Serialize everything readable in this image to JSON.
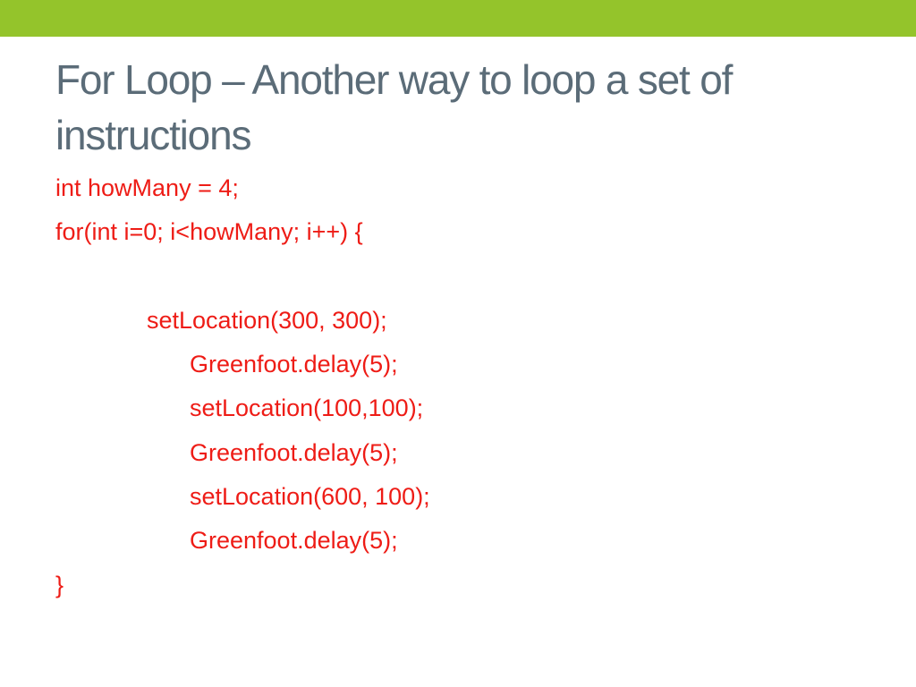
{
  "colors": {
    "accent_bar": "#94c42b",
    "title_text": "#5b6c78",
    "code_text": "#ee1c16"
  },
  "slide": {
    "title": "For Loop – Another way to loop a set of instructions",
    "code_lines": [
      "int howMany = 4;",
      "for(int i=0; i<howMany; i++) {",
      "",
      "setLocation(300, 300);",
      "Greenfoot.delay(5);",
      "setLocation(100,100);",
      "Greenfoot.delay(5);",
      "setLocation(600, 100);",
      "Greenfoot.delay(5);",
      "}"
    ]
  }
}
